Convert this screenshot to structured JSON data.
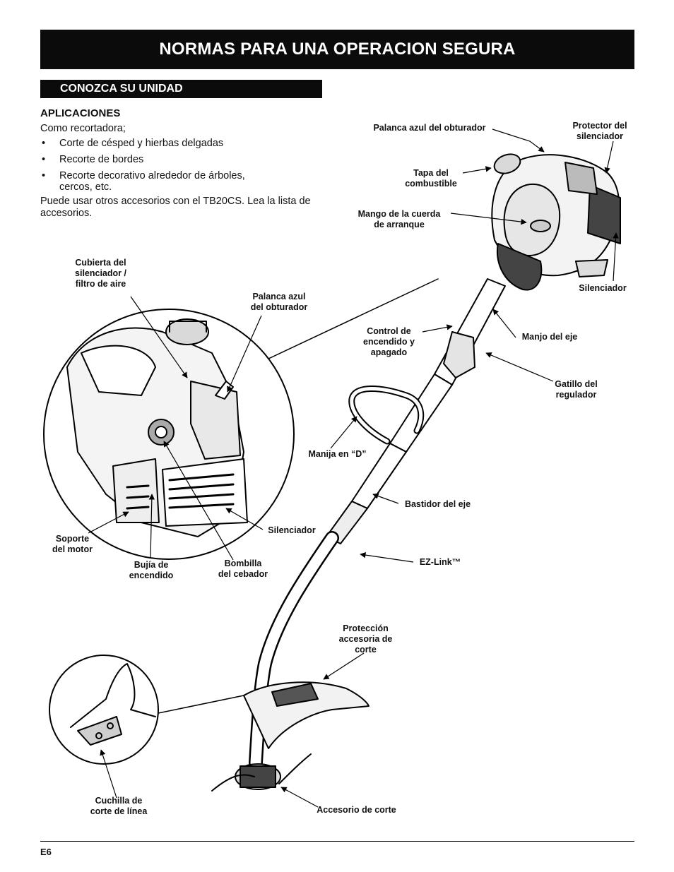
{
  "header": {
    "title": "NORMAS PARA UNA OPERACION SEGURA"
  },
  "section": {
    "title": "CONOZCA SU UNIDAD"
  },
  "applications": {
    "heading": "APLICACIONES",
    "intro": "Como recortadora;",
    "items": [
      "Corte de césped y hierbas delgadas",
      "Recorte de bordes",
      "Recorte decorativo alrededor de árboles,\n cercos, etc."
    ],
    "note": "Puede usar otros accesorios con el TB20CS. Lea la lista de accesorios."
  },
  "labels": {
    "palanca_obturador_top": "Palanca azul del obturador",
    "protector_silenciador": "Protector del\nsilenciador",
    "tapa_combustible": "Tapa del\ncombustible",
    "mango_cuerda": "Mango de la cuerda\nde arranque",
    "silenciador_top": "Silenciador",
    "control_encendido": "Control de\nencendido y\napagado",
    "manjo_eje": "Manjo del eje",
    "gatillo_regulador": "Gatillo del\nregulador",
    "manija_d": "Manija en “D”",
    "bastidor_eje": "Bastidor del eje",
    "ez_link": "EZ-Link™",
    "proteccion_accesoria": "Protección\naccesoria de\ncorte",
    "accesorio_corte": "Accesorio de corte",
    "cubierta_silenciador": "Cubierta del\nsilenciador /\nfiltro de aire",
    "palanca_obturador_detail": "Palanca azul\ndel obturador",
    "soporte_motor": "Soporte\ndel motor",
    "bujia": "Bujía de\nencendido",
    "bombilla": "Bombilla\ndel cebador",
    "silenciador_detail": "Silenciador",
    "cuchilla": "Cuchilla de\ncorte de línea"
  },
  "footer": {
    "page": "E6"
  }
}
